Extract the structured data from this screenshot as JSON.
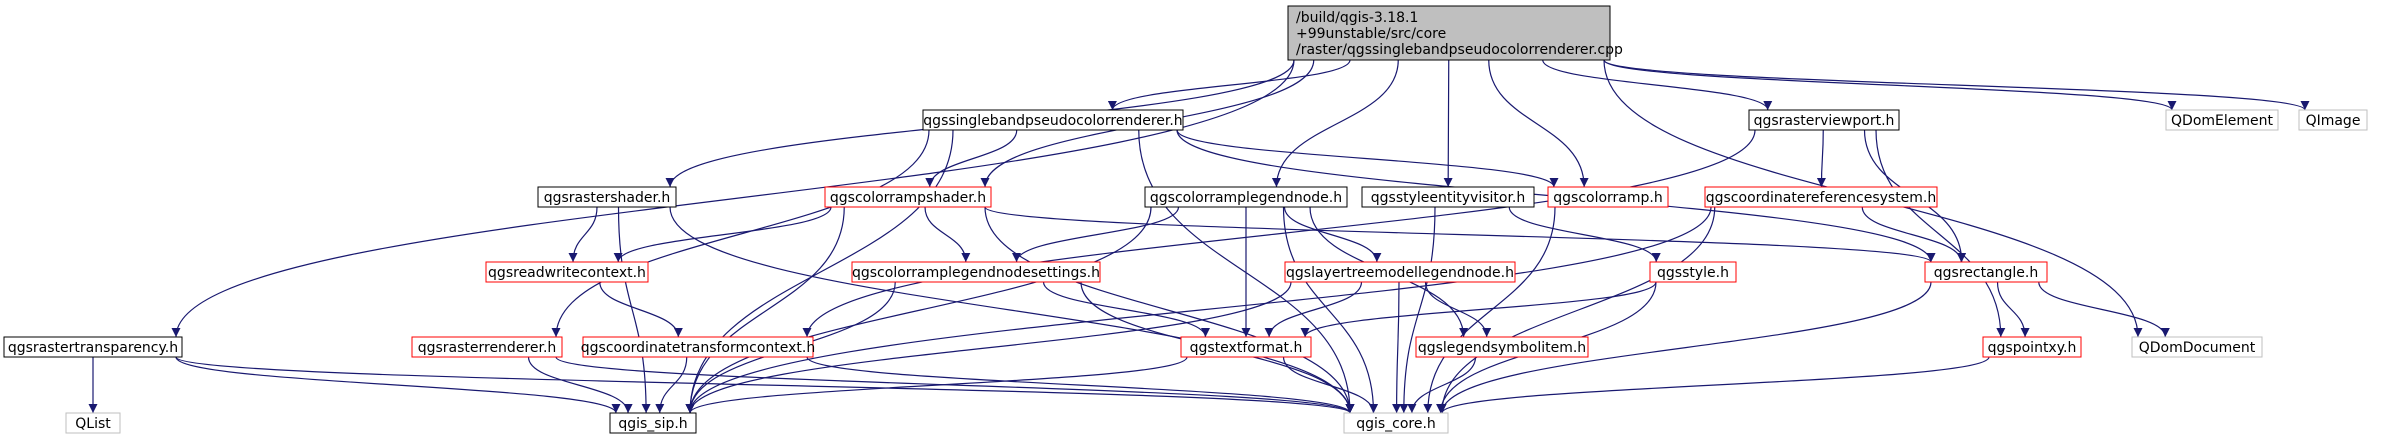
{
  "diagram": {
    "root": {
      "lines": [
        "/build/qgis-3.18.1",
        "+99unstable/src/core",
        "/raster/qgssinglebandpseudocolorrenderer.cpp"
      ]
    },
    "nodes": [
      {
        "id": "qgssinglebandpseudocolorrenderer_h",
        "label": "qgssinglebandpseudocolorrenderer.h",
        "border": "#000000"
      },
      {
        "id": "qgsrasterviewport_h",
        "label": "qgsrasterviewport.h",
        "border": "#000000"
      },
      {
        "id": "QDomElement",
        "label": "QDomElement",
        "border": "#bfbfbf"
      },
      {
        "id": "QImage",
        "label": "QImage",
        "border": "#bfbfbf"
      },
      {
        "id": "qgsrastershader_h",
        "label": "qgsrastershader.h",
        "border": "#000000"
      },
      {
        "id": "qgscolorrampshader_h",
        "label": "qgscolorrampshader.h",
        "border": "#ff0000"
      },
      {
        "id": "qgscolorramplegendnode_h",
        "label": "qgscolorramplegendnode.h",
        "border": "#000000"
      },
      {
        "id": "qgsstyleentityvisitor_h",
        "label": "qgsstyleentityvisitor.h",
        "border": "#000000"
      },
      {
        "id": "qgscolorramp_h",
        "label": "qgscolorramp.h",
        "border": "#ff0000"
      },
      {
        "id": "qgscoordinatereferencesystem_h",
        "label": "qgscoordinatereferencesystem.h",
        "border": "#ff0000"
      },
      {
        "id": "qgsreadwritecontext_h",
        "label": "qgsreadwritecontext.h",
        "border": "#ff0000"
      },
      {
        "id": "qgscolorramplegendnodesettings_h",
        "label": "qgscolorramplegendnodesettings.h",
        "border": "#ff0000"
      },
      {
        "id": "qgslayertreemodellegendnode_h",
        "label": "qgslayertreemodellegendnode.h",
        "border": "#ff0000"
      },
      {
        "id": "qgsstyle_h",
        "label": "qgsstyle.h",
        "border": "#ff0000"
      },
      {
        "id": "qgsrectangle_h",
        "label": "qgsrectangle.h",
        "border": "#ff0000"
      },
      {
        "id": "qgsrastertransparency_h",
        "label": "qgsrastertransparency.h",
        "border": "#000000"
      },
      {
        "id": "qgsrasterrenderer_h",
        "label": "qgsrasterrenderer.h",
        "border": "#ff0000"
      },
      {
        "id": "qgscoordinatetransformcontext_h",
        "label": "qgscoordinatetransformcontext.h",
        "border": "#ff0000"
      },
      {
        "id": "qgstextformat_h",
        "label": "qgstextformat.h",
        "border": "#ff0000"
      },
      {
        "id": "qgslegendsymbolitem_h",
        "label": "qgslegendsymbolitem.h",
        "border": "#ff0000"
      },
      {
        "id": "qgspointxy_h",
        "label": "qgspointxy.h",
        "border": "#ff0000"
      },
      {
        "id": "QDomDocument",
        "label": "QDomDocument",
        "border": "#bfbfbf"
      },
      {
        "id": "QList",
        "label": "QList",
        "border": "#bfbfbf"
      },
      {
        "id": "qgis_sip_h",
        "label": "qgis_sip.h",
        "border": "#000000"
      },
      {
        "id": "qgis_core_h",
        "label": "qgis_core.h",
        "border": "#bfbfbf"
      }
    ],
    "edges": [
      [
        "root",
        "qgssinglebandpseudocolorrenderer_h"
      ],
      [
        "root",
        "qgsrasterviewport_h"
      ],
      [
        "root",
        "QDomElement"
      ],
      [
        "root",
        "QImage"
      ],
      [
        "root",
        "qgsrastershader_h"
      ],
      [
        "root",
        "qgscolorrampshader_h"
      ],
      [
        "root",
        "qgscolorramplegendnode_h"
      ],
      [
        "root",
        "qgsstyleentityvisitor_h"
      ],
      [
        "root",
        "qgscolorramp_h"
      ],
      [
        "root",
        "qgsrastertransparency_h"
      ],
      [
        "root",
        "QDomDocument"
      ],
      [
        "qgssinglebandpseudocolorrenderer_h",
        "qgscolorrampshader_h"
      ],
      [
        "qgssinglebandpseudocolorrenderer_h",
        "qgscolorramp_h"
      ],
      [
        "qgssinglebandpseudocolorrenderer_h",
        "qgsrectangle_h"
      ],
      [
        "qgssinglebandpseudocolorrenderer_h",
        "qgsrasterrenderer_h"
      ],
      [
        "qgssinglebandpseudocolorrenderer_h",
        "qgis_sip_h"
      ],
      [
        "qgssinglebandpseudocolorrenderer_h",
        "qgis_core_h"
      ],
      [
        "qgsrasterviewport_h",
        "qgscoordinatereferencesystem_h"
      ],
      [
        "qgsrasterviewport_h",
        "qgsrectangle_h"
      ],
      [
        "qgsrasterviewport_h",
        "qgspointxy_h"
      ],
      [
        "qgsrasterviewport_h",
        "qgscoordinatetransformcontext_h"
      ],
      [
        "qgsrastershader_h",
        "qgsreadwritecontext_h"
      ],
      [
        "qgsrastershader_h",
        "qgis_sip_h"
      ],
      [
        "qgsrastershader_h",
        "qgis_core_h"
      ],
      [
        "qgscolorrampshader_h",
        "qgsreadwritecontext_h"
      ],
      [
        "qgscolorrampshader_h",
        "qgscolorramplegendnodesettings_h"
      ],
      [
        "qgscolorrampshader_h",
        "qgsrectangle_h"
      ],
      [
        "qgscolorrampshader_h",
        "qgis_sip_h"
      ],
      [
        "qgscolorrampshader_h",
        "qgis_core_h"
      ],
      [
        "qgscolorramplegendnode_h",
        "qgscolorramplegendnodesettings_h"
      ],
      [
        "qgscolorramplegendnode_h",
        "qgslayertreemodellegendnode_h"
      ],
      [
        "qgscolorramplegendnode_h",
        "qgstextformat_h"
      ],
      [
        "qgscolorramplegendnode_h",
        "qgslegendsymbolitem_h"
      ],
      [
        "qgscolorramplegendnode_h",
        "qgis_sip_h"
      ],
      [
        "qgscolorramplegendnode_h",
        "qgis_core_h"
      ],
      [
        "qgsstyleentityvisitor_h",
        "qgsstyle_h"
      ],
      [
        "qgsstyleentityvisitor_h",
        "qgis_core_h"
      ],
      [
        "qgscolorramp_h",
        "qgis_core_h"
      ],
      [
        "qgscoordinatereferencesystem_h",
        "qgsrectangle_h"
      ],
      [
        "qgscoordinatereferencesystem_h",
        "qgis_sip_h"
      ],
      [
        "qgscoordinatereferencesystem_h",
        "qgis_core_h"
      ],
      [
        "qgsreadwritecontext_h",
        "qgscoordinatetransformcontext_h"
      ],
      [
        "qgscolorramplegendnodesettings_h",
        "qgstextformat_h"
      ],
      [
        "qgscolorramplegendnodesettings_h",
        "qgis_sip_h"
      ],
      [
        "qgscolorramplegendnodesettings_h",
        "qgis_core_h"
      ],
      [
        "qgslayertreemodellegendnode_h",
        "qgstextformat_h"
      ],
      [
        "qgslayertreemodellegendnode_h",
        "qgslegendsymbolitem_h"
      ],
      [
        "qgslayertreemodellegendnode_h",
        "qgis_sip_h"
      ],
      [
        "qgslayertreemodellegendnode_h",
        "qgis_core_h"
      ],
      [
        "qgsstyle_h",
        "qgstextformat_h"
      ],
      [
        "qgsstyle_h",
        "qgis_core_h"
      ],
      [
        "qgsrectangle_h",
        "qgspointxy_h"
      ],
      [
        "qgsrectangle_h",
        "QDomDocument"
      ],
      [
        "qgsrectangle_h",
        "qgis_core_h"
      ],
      [
        "qgsrastertransparency_h",
        "QList"
      ],
      [
        "qgsrastertransparency_h",
        "qgis_sip_h"
      ],
      [
        "qgsrastertransparency_h",
        "qgis_core_h"
      ],
      [
        "qgsrasterrenderer_h",
        "qgis_sip_h"
      ],
      [
        "qgsrasterrenderer_h",
        "qgis_core_h"
      ],
      [
        "qgscoordinatetransformcontext_h",
        "qgis_sip_h"
      ],
      [
        "qgscoordinatetransformcontext_h",
        "qgis_core_h"
      ],
      [
        "qgstextformat_h",
        "qgis_sip_h"
      ],
      [
        "qgstextformat_h",
        "qgis_core_h"
      ],
      [
        "qgslegendsymbolitem_h",
        "qgis_core_h"
      ],
      [
        "qgspointxy_h",
        "qgis_core_h"
      ]
    ],
    "colors": {
      "edge": "#191970",
      "root_fill": "#bfbfbf",
      "node_fill": "#ffffff"
    }
  }
}
